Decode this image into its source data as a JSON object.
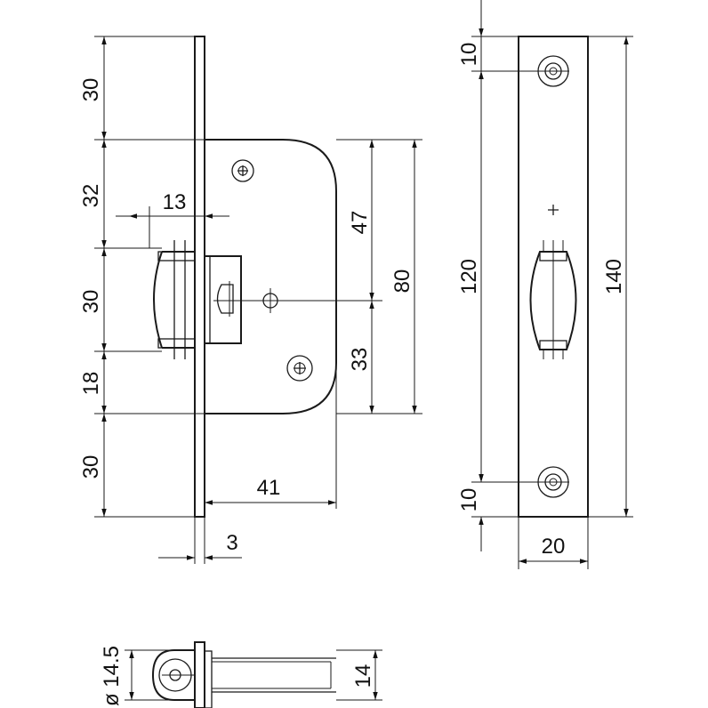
{
  "dimensions": {
    "left_30_top": "30",
    "left_32": "32",
    "left_13": "13",
    "left_30_mid": "30",
    "left_18": "18",
    "left_30_bottom": "30",
    "right_47": "47",
    "right_80": "80",
    "right_33": "33",
    "bottom_41": "41",
    "bottom_3": "3",
    "plate_10_top": "10",
    "plate_120": "120",
    "plate_10_bottom": "10",
    "plate_140": "140",
    "plate_20": "20",
    "latch_diameter": "ø 14.5",
    "latch_14": "14"
  }
}
